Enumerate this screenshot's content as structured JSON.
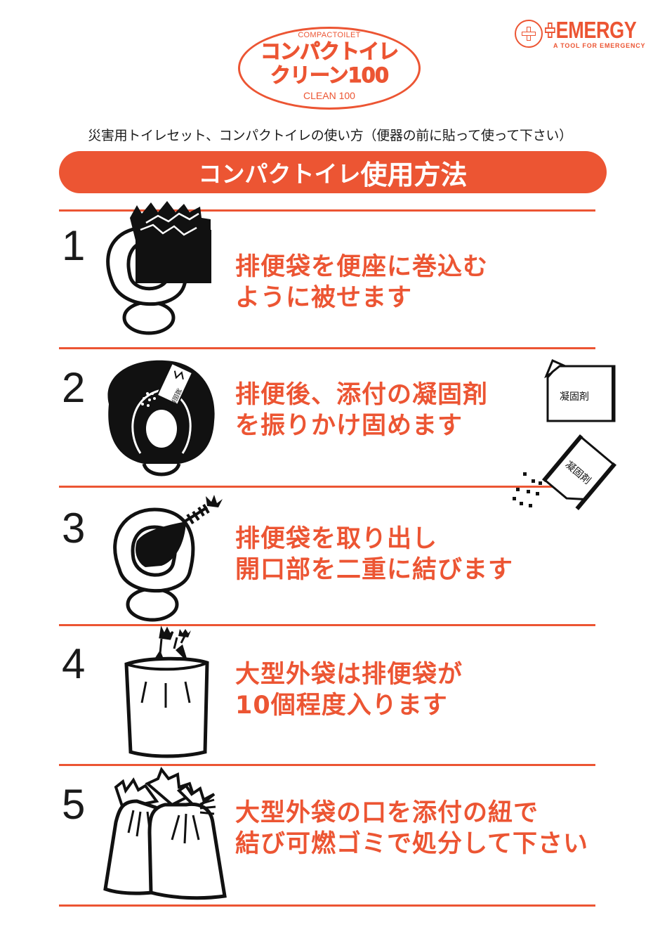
{
  "logo": {
    "top_label": "COMPACTOILET",
    "line1": "コンパクトイレ",
    "line2": "クリーン100",
    "bottom_label": "CLEAN 100"
  },
  "brand": {
    "name": "EMERGY",
    "tagline": "A TOOL FOR EMERGENCY",
    "badge_icon": "cross-badge-icon"
  },
  "subtitle": "災害用トイレセット、コンパクトイレの使い方（便器の前に貼って使って下さい）",
  "banner": {
    "prefix": "コンパクトイレ",
    "title": "使用方法"
  },
  "colors": {
    "accent": "#EC5533",
    "text": "#1a1a1a",
    "background": "#ffffff"
  },
  "steps": [
    {
      "number": "1",
      "line1": "排便袋を便座に巻込む",
      "line2": "ように被せます",
      "icon": "bag-over-toilet-seat-icon"
    },
    {
      "number": "2",
      "line1": "排便後、添付の凝固剤",
      "line2": "を振りかけ固めます",
      "icon": "sprinkle-coagulant-icon"
    },
    {
      "number": "3",
      "line1": "排便袋を取り出し",
      "line2": "開口部を二重に結びます",
      "icon": "tied-bag-icon"
    },
    {
      "number": "4",
      "line1": "大型外袋は排便袋が",
      "line2": "10個程度入ります",
      "icon": "outer-bag-icon"
    },
    {
      "number": "5",
      "line1": "大型外袋の口を添付の紐で",
      "line2": "結び可燃ゴミで処分して下さい",
      "icon": "tied-garbage-bags-icon"
    }
  ],
  "coagulant_packets": {
    "label": "凝固剤",
    "icon": "coagulant-packet-icon"
  }
}
